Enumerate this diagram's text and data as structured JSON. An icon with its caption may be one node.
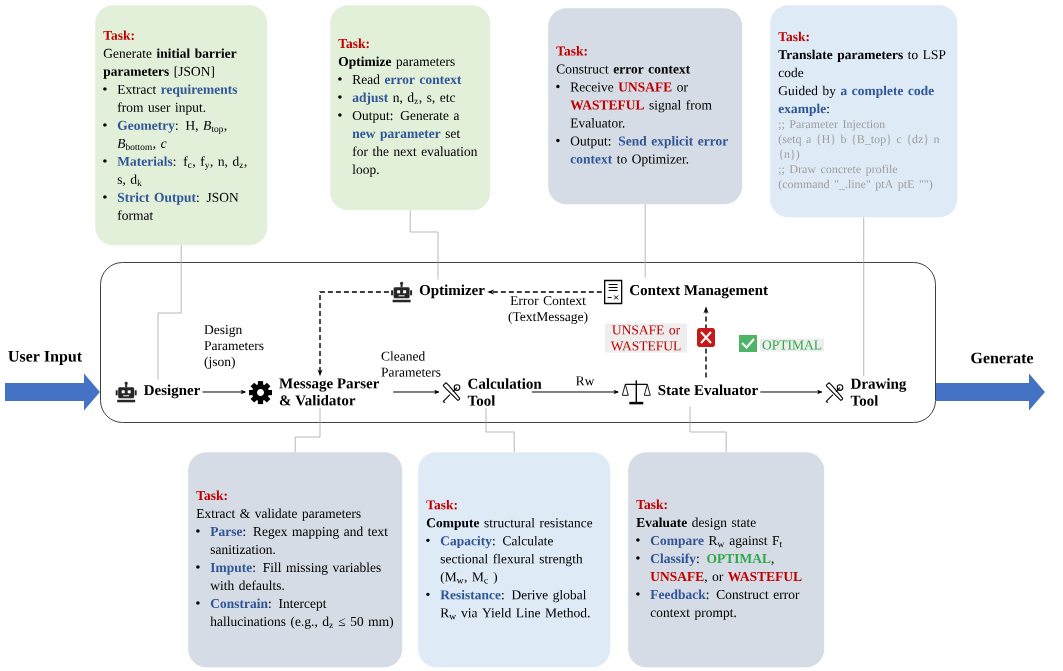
{
  "diagram": {
    "nodes": [
      {
        "text": [
          "Task:",
          "Generate **initial barrier parameters** [JSON]",
          "Extract **requirements** from user input.",
          "**Geometry**: H, *B*$_{top}$, *B*$_{bottom}$, *c*",
          "**Materials**: f$_{c}$, f$_{y}$, n, d$_{z}$, s, d$_{k}$",
          "**Strict Output**: JSON format"
        ]
      },
      {
        "text": [
          "Task:",
          "**Optimize** parameters",
          "Read **error context**",
          "**adjust** n, d$_{z}$, s, etc",
          "Output: Generate a **new parameter** set for the next evaluation loop."
        ]
      },
      {
        "text": [
          "Task:",
          "Construct **error context**",
          "Receive **UNSAFE** or **WASTEFUL** signal from Evaluator.",
          "Output: **Send explicit error context** to Optimizer."
        ]
      },
      {
        "text": [
          "Task:",
          "**Translate parameters** to LSP code",
          "Guided by **a complete code example**:",
          ";; Parameter Injection",
          "(setq a {H} b {B_top} c {dz} n {n})",
          ";; Draw concrete profile",
          "(command \"_.line\" ptA ptE \"\")"
        ]
      },
      {
        "text": [],
        "shape": "box"
      },
      {
        "text": [
          "Optimizer"
        ],
        "in": 4
      },
      {
        "text": [
          "Context Management"
        ],
        "in": 4
      },
      {
        "text": [
          "Designer"
        ],
        "in": 4
      },
      {
        "text": [
          "Message Parser & Validator"
        ],
        "in": 4
      },
      {
        "text": [
          "Calculation Tool"
        ],
        "in": 4
      },
      {
        "text": [
          "State Evaluator"
        ],
        "in": 4
      },
      {
        "text": [
          "Drawing Tool"
        ],
        "in": 4
      },
      {
        "text": [
          "Task:",
          "Extract & validate parameters",
          "**Parse**: Regex mapping and text sanitization.",
          "**Impute**: Fill missing variables with defaults.",
          "**Constrain**: Intercept hallucinations (e.g., d$_{z}$ ≤ 50 mm)"
        ]
      },
      {
        "text": [
          "Task:",
          "**Compute** structural resistance",
          "**Capacity**: Calculate sectional flexural strength (M$_{w}$, M$_{c}$ )",
          "**Resistance**: Derive global R$_{w}$ via Yield Line Method."
        ]
      },
      {
        "text": [
          "Task:",
          "**Evaluate** design state",
          "**Compare** R$_{w}$ against F$_{t}$",
          "**Classify**: **OPTIMAL**, **UNSAFE**, or **WASTEFUL**",
          "**Feedback**: Construct error context prompt."
        ]
      }
    ],
    "edges": [
      {
        "from": null,
        "to": 4,
        "arrow": "to",
        "label": "User Input",
        "style": "thick",
        "color": "#4472c4"
      },
      {
        "from": 4,
        "to": null,
        "arrow": "to",
        "label": "Generate",
        "style": "thick",
        "color": "#4472c4"
      },
      {
        "from": 7,
        "to": 8,
        "arrow": "to",
        "label": "Design Parameters (json)"
      },
      {
        "from": 8,
        "to": 9,
        "arrow": "to",
        "label": "Cleaned Parameters"
      },
      {
        "from": 9,
        "to": 10,
        "arrow": "to",
        "label": "Rw"
      },
      {
        "from": 10,
        "to": 11,
        "arrow": "to",
        "label": "OPTIMAL"
      },
      {
        "from": 10,
        "to": 6,
        "arrow": "to",
        "label": "UNSAFE or WASTEFUL",
        "style": "dashed"
      },
      {
        "from": 6,
        "to": 5,
        "arrow": "to",
        "label": "Error Context (TextMessage)",
        "style": "dashed"
      },
      {
        "from": 5,
        "to": 8,
        "arrow": "to",
        "style": "dashed"
      },
      {
        "from": 0,
        "to": 7,
        "arrow": "none",
        "color": "#a6a6a6"
      },
      {
        "from": 1,
        "to": 5,
        "arrow": "none",
        "color": "#a6a6a6"
      },
      {
        "from": 2,
        "to": 6,
        "arrow": "none",
        "color": "#a6a6a6"
      },
      {
        "from": 3,
        "to": 11,
        "arrow": "none",
        "color": "#a6a6a6"
      },
      {
        "from": 12,
        "to": 8,
        "arrow": "none",
        "color": "#a6a6a6"
      },
      {
        "from": 13,
        "to": 9,
        "arrow": "none",
        "color": "#a6a6a6"
      },
      {
        "from": 14,
        "to": 10,
        "arrow": "none",
        "color": "#a6a6a6"
      }
    ]
  }
}
